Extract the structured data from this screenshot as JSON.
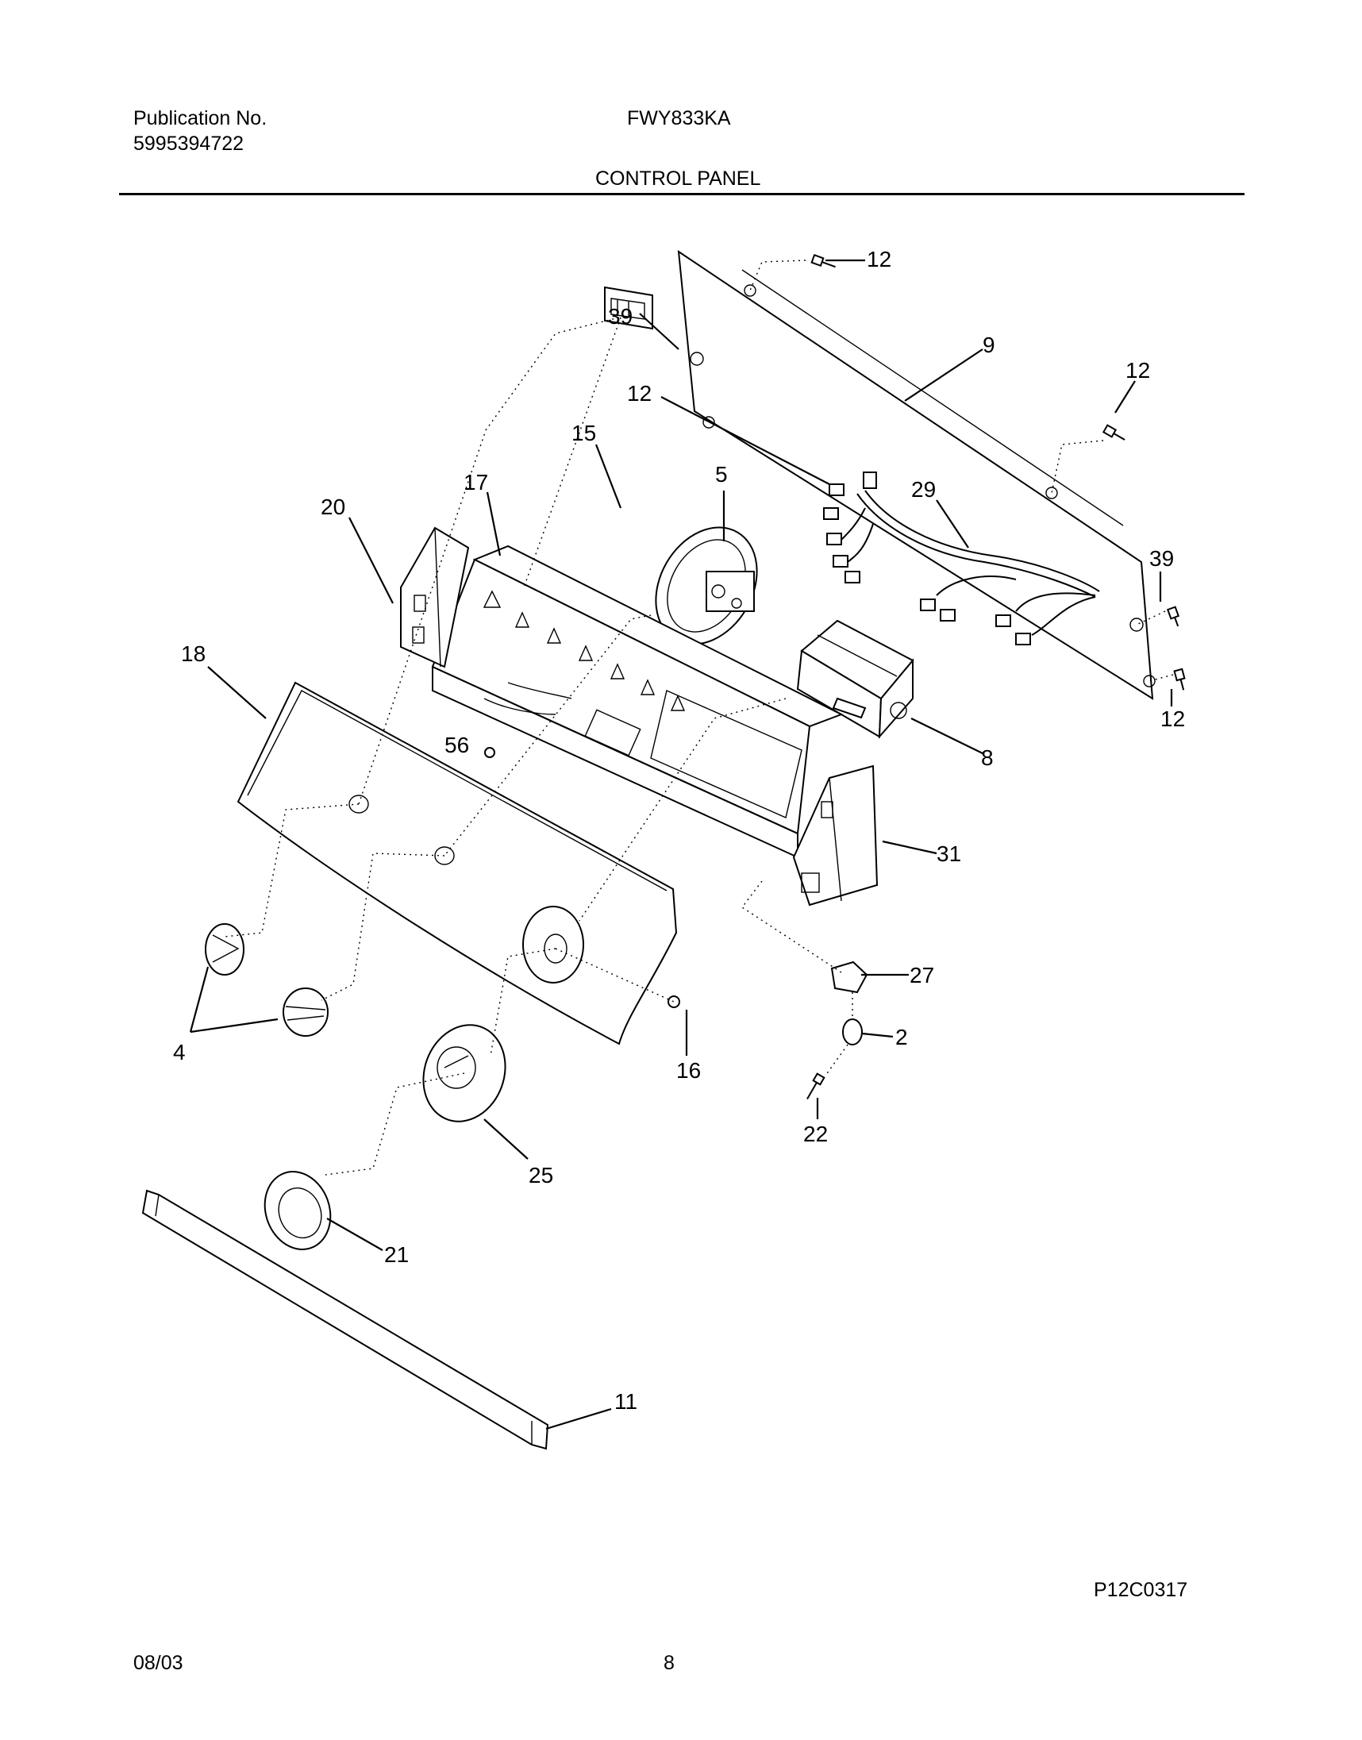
{
  "header": {
    "publication_label": "Publication No.",
    "publication_number": "5995394722",
    "model": "FWY833KA",
    "section_title": "CONTROL PANEL"
  },
  "footer": {
    "diagram_code": "P12C0317",
    "date": "08/03",
    "page_number": "8"
  },
  "callouts": [
    {
      "id": "c12a",
      "label": "12"
    },
    {
      "id": "c39a",
      "label": "39"
    },
    {
      "id": "c9",
      "label": "9"
    },
    {
      "id": "c12b",
      "label": "12"
    },
    {
      "id": "c12c",
      "label": "12"
    },
    {
      "id": "c15",
      "label": "15"
    },
    {
      "id": "c5",
      "label": "5"
    },
    {
      "id": "c17",
      "label": "17"
    },
    {
      "id": "c20",
      "label": "20"
    },
    {
      "id": "c29",
      "label": "29"
    },
    {
      "id": "c39b",
      "label": "39"
    },
    {
      "id": "c18",
      "label": "18"
    },
    {
      "id": "c56",
      "label": "56"
    },
    {
      "id": "c8",
      "label": "8"
    },
    {
      "id": "c12d",
      "label": "12"
    },
    {
      "id": "c31",
      "label": "31"
    },
    {
      "id": "c27",
      "label": "27"
    },
    {
      "id": "c4",
      "label": "4"
    },
    {
      "id": "c16",
      "label": "16"
    },
    {
      "id": "c2",
      "label": "2"
    },
    {
      "id": "c22",
      "label": "22"
    },
    {
      "id": "c25",
      "label": "25"
    },
    {
      "id": "c21",
      "label": "21"
    },
    {
      "id": "c11",
      "label": "11"
    }
  ]
}
